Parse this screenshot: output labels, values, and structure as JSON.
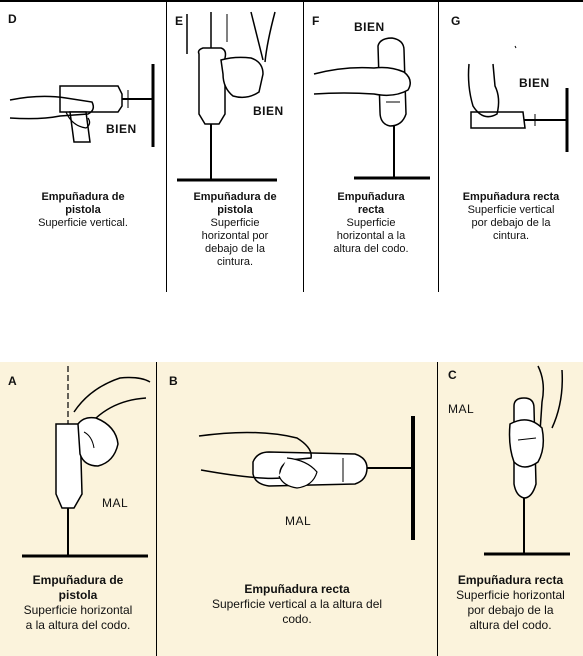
{
  "top_row": [
    {
      "letter": "D",
      "label": "BIEN",
      "caption_bold": [
        "Empuñadura de",
        "pistola"
      ],
      "caption_normal": [
        "Superficie vertical."
      ]
    },
    {
      "letter": "E",
      "label": "BIEN",
      "caption_bold": [
        "Empuñadura de",
        "pistola"
      ],
      "caption_normal": [
        "Superficie",
        "horizontal por",
        "debajo de la",
        "cintura."
      ]
    },
    {
      "letter": "F",
      "label": "BIEN",
      "caption_bold": [
        "Empuñadura",
        "recta"
      ],
      "caption_normal": [
        "Superficie",
        "horizontal a la",
        "altura del codo."
      ]
    },
    {
      "letter": "G",
      "label": "BIEN",
      "caption_bold": [
        "Empuñadura recta"
      ],
      "caption_normal": [
        "Superficie vertical",
        "por debajo de la",
        "cintura."
      ]
    }
  ],
  "bottom_row": [
    {
      "letter": "A",
      "label": "MAL",
      "caption_bold": [
        "Empuñadura de",
        "pistola"
      ],
      "caption_normal": [
        "Superficie horizontal",
        "a la altura del codo."
      ]
    },
    {
      "letter": "B",
      "label": "MAL",
      "caption_bold": [
        "Empuñadura recta"
      ],
      "caption_normal": [
        "Superficie vertical a la altura del",
        "codo."
      ]
    },
    {
      "letter": "C",
      "label": "MAL",
      "caption_bold": [
        "Empuñadura recta"
      ],
      "caption_normal": [
        "Superficie horizontal",
        "por debajo de la",
        "altura del codo."
      ]
    }
  ]
}
